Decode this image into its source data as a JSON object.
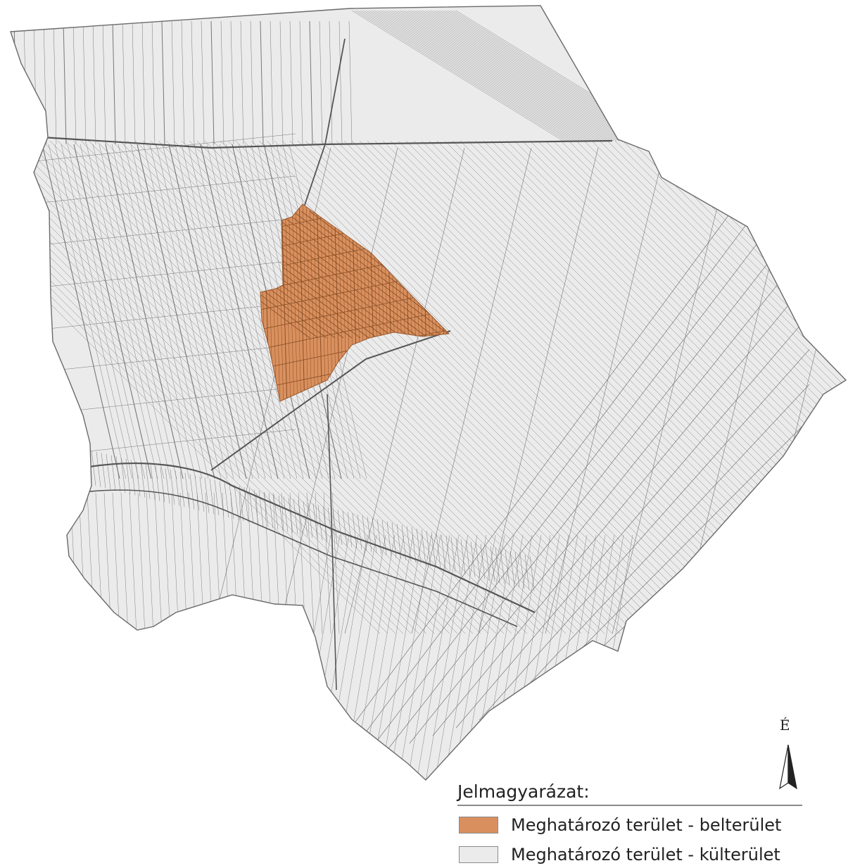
{
  "map": {
    "colors": {
      "belterulet": "#D9905E",
      "kulterulet": "#EBEBEB",
      "parcel_line": "#777777",
      "outline": "#6a6a6a"
    }
  },
  "north_arrow": {
    "label": "É",
    "icon": "north-arrow-icon"
  },
  "legend": {
    "title": "Jelmagyarázat:",
    "items": [
      {
        "label": "Meghatározó terület - belterület",
        "color": "#D9905E"
      },
      {
        "label": "Meghatározó terület - külterület",
        "color": "#EBEBEB"
      }
    ]
  }
}
